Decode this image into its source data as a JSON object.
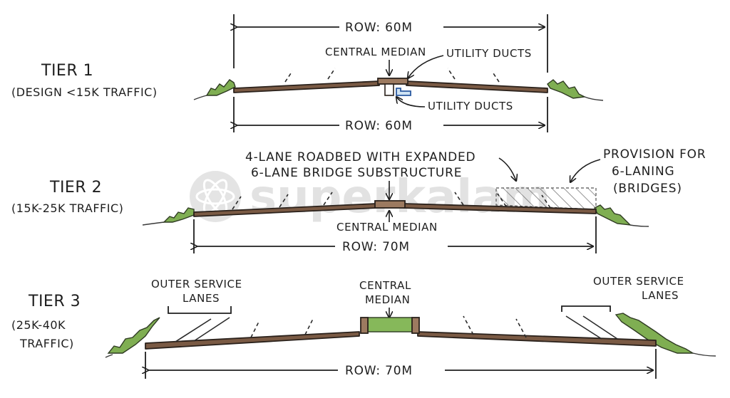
{
  "watermark": {
    "text": "superkalam"
  },
  "tiers": [
    {
      "title": "TIER 1",
      "subtitle_lines": [
        "(DESIGN <15K TRAFFIC)"
      ],
      "row_top": "ROW: 60M",
      "row_bottom": "ROW: 60M",
      "labels": {
        "central_median": "CENTRAL MEDIAN",
        "utility_ducts_top": "UTILITY DUCTS",
        "utility_ducts_bottom": "UTILITY DUCTS"
      }
    },
    {
      "title": "TIER 2",
      "subtitle_lines": [
        "(15K-25K TRAFFIC)"
      ],
      "row_bottom": "ROW: 70M",
      "labels": {
        "roadbed_line1": "4-LANE ROADBED WITH EXPANDED",
        "roadbed_line2": "6-LANE BRIDGE SUBSTRUCTURE",
        "provision_line1": "PROVISION FOR",
        "provision_line2": "6-LANING",
        "provision_line3": "(BRIDGES)",
        "central_median": "CENTRAL MEDIAN"
      }
    },
    {
      "title": "TIER 3",
      "subtitle_lines": [
        "(25K-40K",
        "TRAFFIC)"
      ],
      "row_bottom": "ROW: 70M",
      "labels": {
        "outer_left_line1": "OUTER SERVICE",
        "outer_left_line2": "LANES",
        "central_line1": "CENTRAL",
        "central_line2": "MEDIAN",
        "outer_right_line1": "OUTER SERVICE",
        "outer_right_line2": "LANES"
      }
    }
  ]
}
